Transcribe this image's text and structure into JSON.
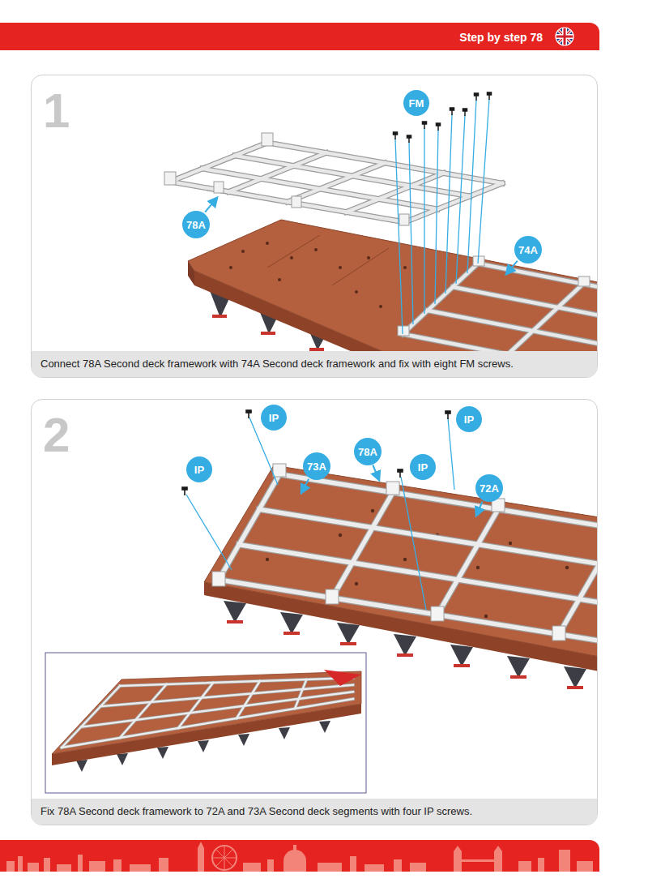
{
  "diagram": {
    "title": "Step by step 78",
    "nodes": [
      {
        "text": [
          "1",
          "Connect 78A Second deck framework with 74A Second deck framework and fix with eight FM screws."
        ]
      },
      {
        "text": [
          "FM"
        ],
        "in": 0
      },
      {
        "text": [
          "78A"
        ],
        "in": 0
      },
      {
        "text": [
          "74A"
        ],
        "in": 0
      },
      {
        "text": [
          "2",
          "Fix 78A Second deck framework to 72A and 73A Second deck segments with four IP screws."
        ]
      },
      {
        "text": [
          "IP"
        ],
        "in": 4
      },
      {
        "text": [
          "IP"
        ],
        "in": 4
      },
      {
        "text": [
          "78A"
        ],
        "in": 4
      },
      {
        "text": [
          "73A"
        ],
        "in": 4
      },
      {
        "text": [
          "IP"
        ],
        "in": 4
      },
      {
        "text": [
          "IP"
        ],
        "in": 4
      },
      {
        "text": [
          "72A"
        ],
        "in": 4
      }
    ]
  }
}
